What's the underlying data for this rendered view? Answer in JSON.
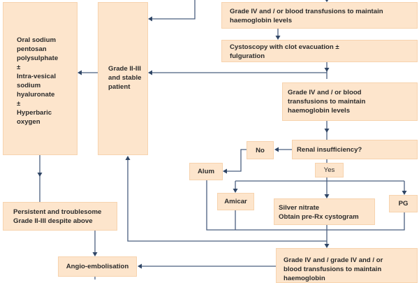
{
  "diagram": {
    "boxes": {
      "oral_treatment": "Oral sodium\npentosan\npolysulphate\n      ±\nIntra-vesical\nsodium\nhyaluronate\n      ±\nHyperbaric\noxygen",
      "grade_ii_iii_stable": "Grade II-III\nand stable\npatient",
      "grade_iv_top": "Grade IV and / or blood transfusions to maintain\nhaemoglobin levels",
      "cystoscopy": "Cystoscopy with clot evacuation ±\nfulguration",
      "grade_iv_mid": "Grade IV and / or blood\ntransfusions  to maintain\nhaemoglobin levels",
      "renal_insufficiency": "Renal insufficiency?",
      "no": "No",
      "yes": "Yes",
      "alum": "Alum",
      "amicar": "Amicar",
      "silver_nitrate": "Silver nitrate\nObtain pre-Rx cystogram",
      "pg": "PG",
      "persistent": "Persistent and troublesome\nGrade II-III despite above",
      "angio": "Angio-embolisation",
      "grade_iv_bottom": "Grade IV and / grade IV and / or\nblood transfusions to maintain\nhaemoglobin"
    },
    "colors": {
      "box_fill": "#fde5cc",
      "box_border": "#f7d3ae",
      "connector": "#4a5f7f",
      "arrowhead": "#2f4565",
      "text": "#2b2b2b"
    }
  }
}
